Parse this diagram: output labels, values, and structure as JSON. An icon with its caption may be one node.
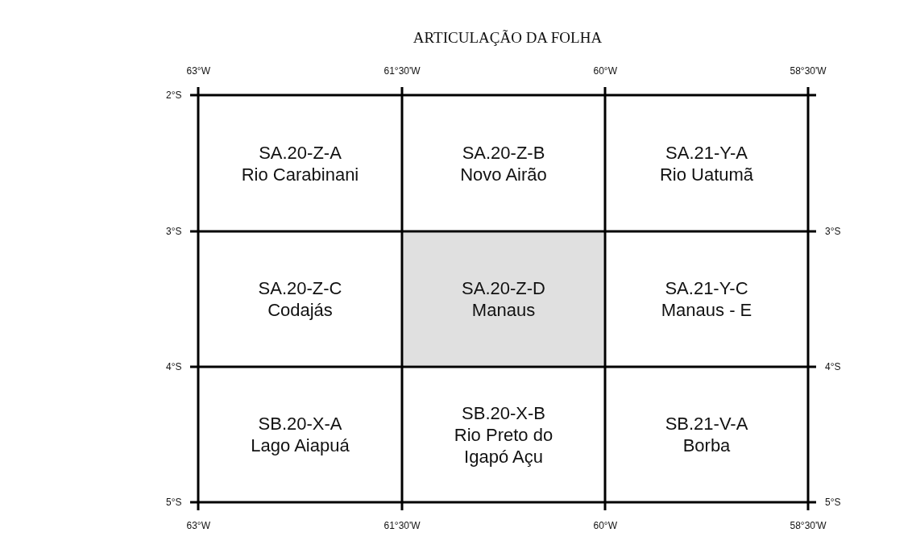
{
  "diagram": {
    "title": "ARTICULAÇÃO DA FOLHA",
    "nodes": [
      {
        "text": [
          "SA.20-Z-A",
          "Rio Carabinani"
        ]
      },
      {
        "text": [
          "SA.20-Z-B",
          "Novo Airão"
        ]
      },
      {
        "text": [
          "SA.21-Y-A",
          "Rio Uatumã"
        ]
      },
      {
        "text": [
          "SA.20-Z-C",
          "Codajás"
        ]
      },
      {
        "text": [
          "SA.20-Z-D",
          "Manaus"
        ]
      },
      {
        "text": [
          "SA.21-Y-C",
          "Manaus - E"
        ]
      },
      {
        "text": [
          "SB.20-X-A",
          "Lago Aiapuá"
        ]
      },
      {
        "text": [
          "SB.20-X-B",
          "Rio Preto do Igapó Açu"
        ]
      },
      {
        "text": [
          "SB.21-V-A",
          "Borba"
        ]
      }
    ],
    "edges": [],
    "labels": [
      "63°W",
      "61°30'W",
      "60°W",
      "58°30'W",
      "2°S",
      "3°S",
      "3°S",
      "4°S",
      "4°S",
      "5°S",
      "5°S",
      "63°W",
      "61°30'W",
      "60°W",
      "58°30'W"
    ]
  }
}
